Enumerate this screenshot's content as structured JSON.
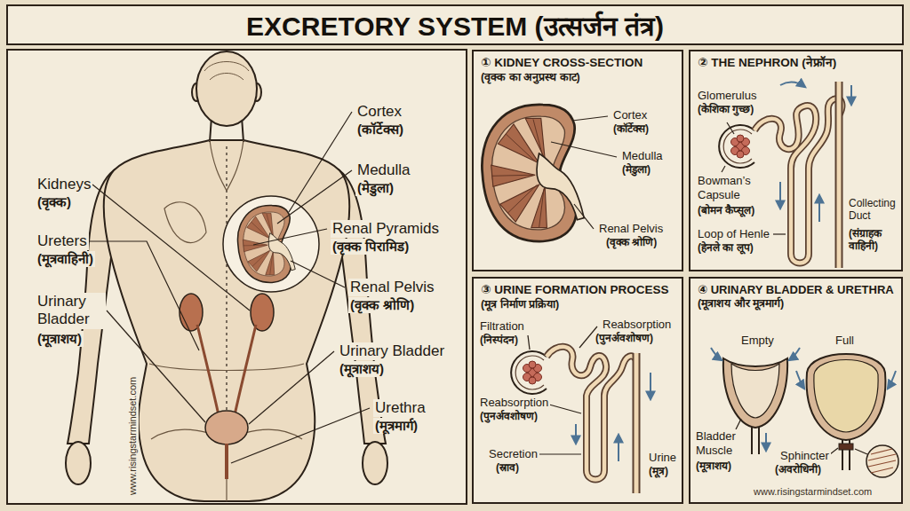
{
  "diagram": {
    "title": "EXCRETORY SYSTEM (उत्सर्जन तंत्र)",
    "nodes": [
      {
        "text": [
          "① KIDNEY CROSS-SECTION",
          "(वृक्क का अनुप्रस्थ काट)"
        ]
      },
      {
        "text": [
          "② THE NEPHRON (नेफ्रॉन)"
        ]
      },
      {
        "text": [
          "③ URINE FORMATION PROCESS",
          "(मूत्र निर्माण प्रक्रिया)"
        ]
      },
      {
        "text": [
          "④ URINARY BLADDER & URETHRA",
          "(मूत्राशय और मूत्रमार्ग)"
        ]
      }
    ],
    "labels": [
      "Kidneys",
      "(वृक्क)",
      "Ureters",
      "(मूत्रवाहिनी)",
      "Urinary Bladder",
      "(मूत्राशय)",
      "Cortex",
      "(कॉर्टेक्स)",
      "Medulla",
      "(मेडुला)",
      "Renal Pyramids",
      "(वृक्क पिरामिड)",
      "Renal Pelvis",
      "(वृक्क श्रोणि)",
      "Urinary Bladder",
      "(मूत्राशय)",
      "Urethra",
      "(मूत्रमार्ग)",
      "www.risingstarmindset.com",
      "Cortex",
      "(कॉर्टेक्स)",
      "Medulla",
      "(मेडुला)",
      "Renal Pelvis",
      "(वृक्क श्रोणि)",
      "Glomerulus",
      "(केशिका गुच्छ)",
      "Bowman’s Capsule",
      "(बोमन कैप्सूल)",
      "Loop of Henle",
      "(हेनले का लूप)",
      "Collecting Duct",
      "(संग्राहक वाहिनी)",
      "Filtration",
      "(निस्पंदन)",
      "Reabsorption",
      "(पुनर्अवशोषण)",
      "Reabsorption",
      "(पुनर्अवशोषण)",
      "Secretion",
      "(स्राव)",
      "Urine",
      "(मूत्र)",
      "Empty",
      "Full",
      "Bladder Muscle",
      "(मूत्राशय)",
      "Sphincter",
      "(अवरोधिनी)",
      "www.risingstarmindset.com"
    ]
  }
}
